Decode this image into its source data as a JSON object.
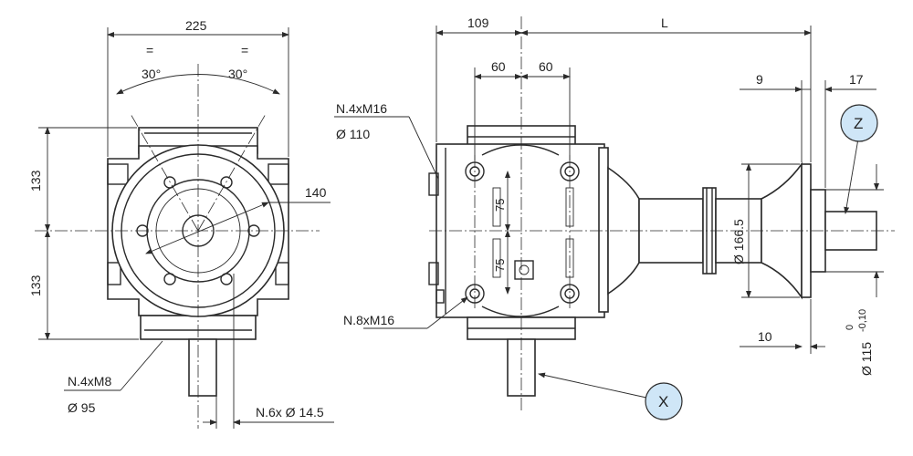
{
  "front_view": {
    "width_225": "225",
    "eq_left": "=",
    "eq_right": "=",
    "angle_left": "30°",
    "angle_right": "30°",
    "height_upper": "133",
    "height_lower": "133",
    "pcd_140": "140",
    "bolt_holes": "N.4xM8",
    "bolt_dia": "Ø  95",
    "holes_6x": "N.6x Ø  14.5"
  },
  "side_view": {
    "dim_109": "109",
    "dim_L": "L",
    "dim_60_left": "60",
    "dim_60_right": "60",
    "dim_75_upper": "75",
    "dim_75_lower": "75",
    "top_holes": "N.4xM16",
    "top_dia": "Ø 110",
    "side_holes": "N.8xM16",
    "dim_9": "9",
    "dim_17": "17",
    "flange_dia": "Ø  166.5",
    "dim_10": "10",
    "spigot_dia": "Ø 115",
    "spigot_tol_upper": "0",
    "spigot_tol_lower": "-0,10",
    "callout_x": "X",
    "callout_z": "Z"
  },
  "colors": {
    "callout_fill": "#cfe6f7",
    "line": "#2b2b2b"
  }
}
